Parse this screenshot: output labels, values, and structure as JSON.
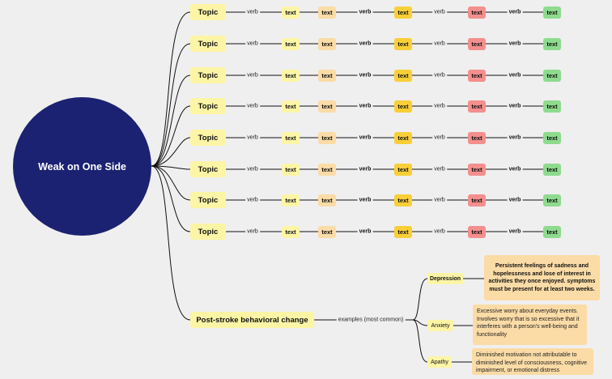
{
  "main_topic": "Weak on One Side",
  "rows": [
    {
      "topic": "Topic",
      "verb1": "verb",
      "text1": "text",
      "text2": "text",
      "verb2": "verb",
      "text3": "text",
      "verb3": "verb",
      "text4": "text",
      "verb4": "verb",
      "text5": "text"
    },
    {
      "topic": "Topic",
      "verb1": "verb",
      "text1": "text",
      "text2": "text",
      "verb2": "verb",
      "text3": "text",
      "verb3": "verb",
      "text4": "text",
      "verb4": "verb",
      "text5": "text"
    },
    {
      "topic": "Topic",
      "verb1": "verb",
      "text1": "text",
      "text2": "text",
      "verb2": "verb",
      "text3": "text",
      "verb3": "verb",
      "text4": "text",
      "verb4": "verb",
      "text5": "text"
    },
    {
      "topic": "Topic",
      "verb1": "verb",
      "text1": "text",
      "text2": "text",
      "verb2": "verb",
      "text3": "text",
      "verb3": "verb",
      "text4": "text",
      "verb4": "verb",
      "text5": "text"
    },
    {
      "topic": "Topic",
      "verb1": "verb",
      "text1": "text",
      "text2": "text",
      "verb2": "verb",
      "text3": "text",
      "verb3": "verb",
      "text4": "text",
      "verb4": "verb",
      "text5": "text"
    },
    {
      "topic": "Topic",
      "verb1": "verb",
      "text1": "text",
      "text2": "text",
      "verb2": "verb",
      "text3": "text",
      "verb3": "verb",
      "text4": "text",
      "verb4": "verb",
      "text5": "text"
    },
    {
      "topic": "Topic",
      "verb1": "verb",
      "text1": "text",
      "text2": "text",
      "verb2": "verb",
      "text3": "text",
      "verb3": "verb",
      "text4": "text",
      "verb4": "verb",
      "text5": "text"
    },
    {
      "topic": "Topic",
      "verb1": "verb",
      "text1": "text",
      "text2": "text",
      "verb2": "verb",
      "text3": "text",
      "verb3": "verb",
      "text4": "text",
      "verb4": "verb",
      "text5": "text"
    }
  ],
  "behavior": {
    "topic": "Post-stroke behavioral change",
    "link_label": "examples (most common)",
    "items": [
      {
        "label": "Depression",
        "description": "Persistent feelings of sadness and hopelessness and lose of interest in activities they once enjoyed. symptoms must be present  for at least two weeks."
      },
      {
        "label": "Anxiety",
        "description": "Excessive worry about everyday events. Involves  worry that is so excessive that it interferes with a  person's well-being and functionality"
      },
      {
        "label": "Apathy",
        "description": "Diminished motivation not attributable  to diminished level of consciousness,  cognitive impairment, or emotional  distress"
      }
    ]
  }
}
